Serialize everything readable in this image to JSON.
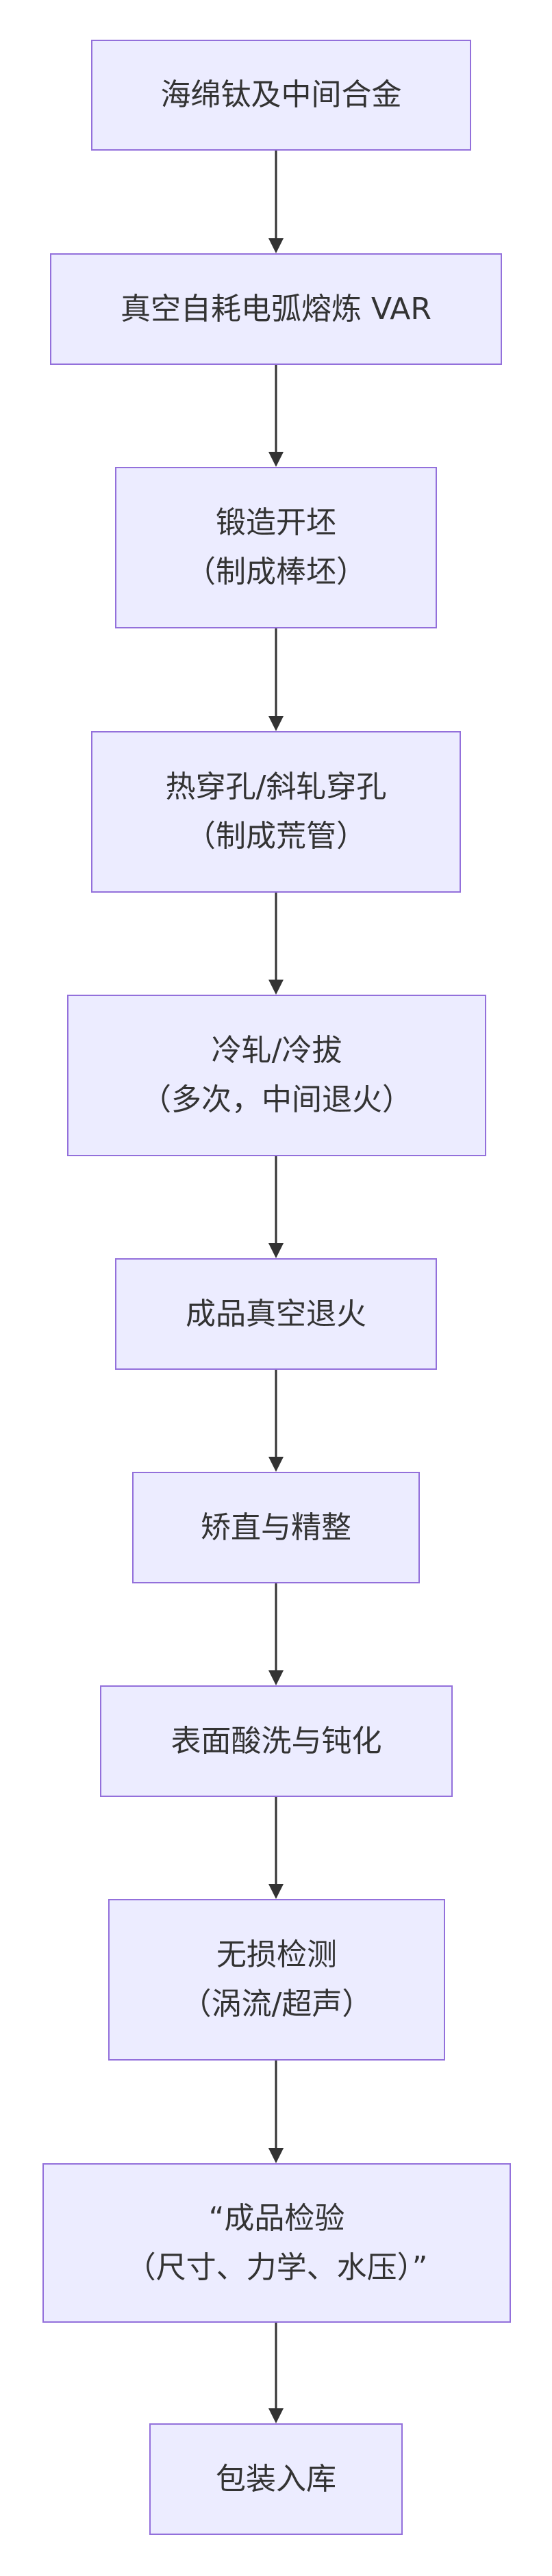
{
  "diagram": {
    "type": "flowchart",
    "direction": "top-down",
    "colors": {
      "node_fill": "#ececff",
      "node_border": "#9370db",
      "text": "#333333",
      "edge": "#333333"
    },
    "nodes": [
      {
        "id": "n1",
        "lines": [
          "海绵钛及中间合金"
        ]
      },
      {
        "id": "n2",
        "lines": [
          "真空自耗电弧熔炼 VAR"
        ]
      },
      {
        "id": "n3",
        "lines": [
          "锻造开坯",
          "（制成棒坯）"
        ]
      },
      {
        "id": "n4",
        "lines": [
          "热穿孔/斜轧穿孔",
          "（制成荒管）"
        ]
      },
      {
        "id": "n5",
        "lines": [
          "冷轧/冷拔",
          "（多次，中间退火）"
        ]
      },
      {
        "id": "n6",
        "lines": [
          "成品真空退火"
        ]
      },
      {
        "id": "n7",
        "lines": [
          "矫直与精整"
        ]
      },
      {
        "id": "n8",
        "lines": [
          "表面酸洗与钝化"
        ]
      },
      {
        "id": "n9",
        "lines": [
          "无损检测",
          "（涡流/超声）"
        ]
      },
      {
        "id": "n10",
        "lines": [
          "“成品检验",
          "（尺寸、力学、水压）”"
        ]
      },
      {
        "id": "n11",
        "lines": [
          "包装入库"
        ]
      }
    ],
    "edges": [
      {
        "from": "n1",
        "to": "n2"
      },
      {
        "from": "n2",
        "to": "n3"
      },
      {
        "from": "n3",
        "to": "n4"
      },
      {
        "from": "n4",
        "to": "n5"
      },
      {
        "from": "n5",
        "to": "n6"
      },
      {
        "from": "n6",
        "to": "n7"
      },
      {
        "from": "n7",
        "to": "n8"
      },
      {
        "from": "n8",
        "to": "n9"
      },
      {
        "from": "n9",
        "to": "n10"
      },
      {
        "from": "n10",
        "to": "n11"
      }
    ]
  }
}
